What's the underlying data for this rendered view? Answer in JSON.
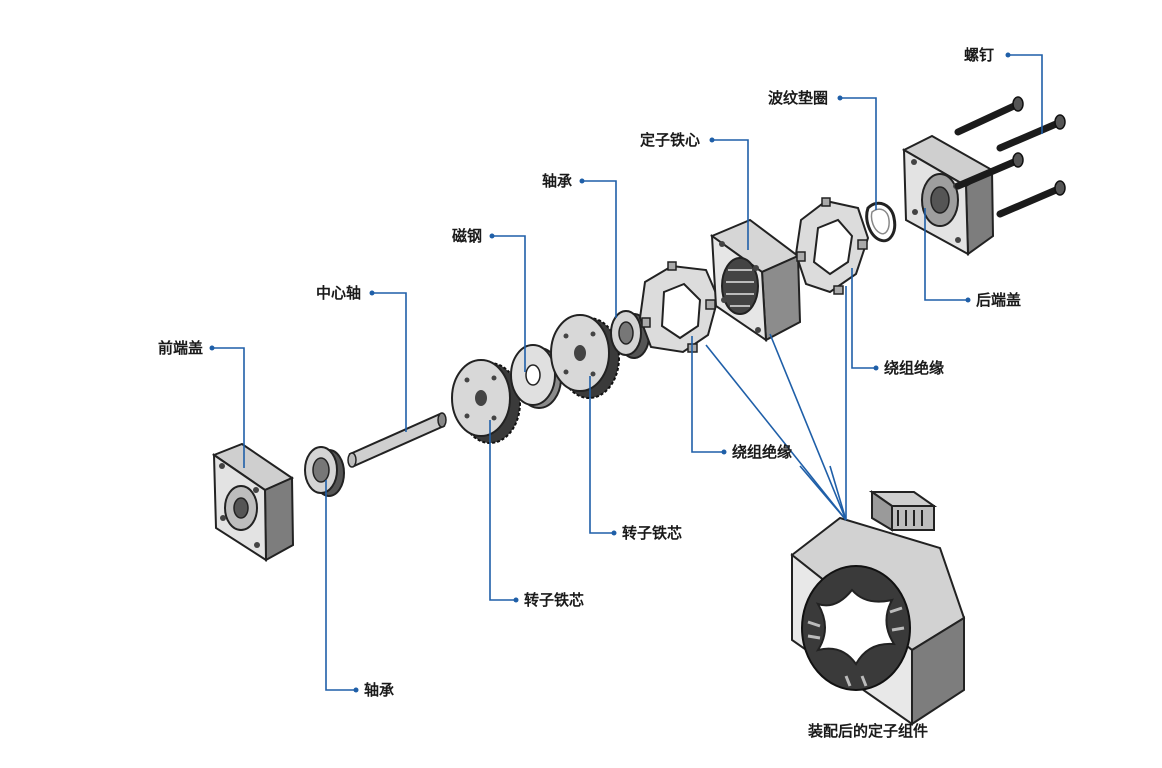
{
  "colors": {
    "leader": "#1f5fa8",
    "part_dark": "#2b2b2b",
    "part_mid": "#9a9a9a",
    "part_light": "#d9d9d9",
    "text": "#1a1a1a"
  },
  "labels": {
    "front_cover": "前端盖",
    "shaft": "中心轴",
    "magnet": "磁钢",
    "bearing_top": "轴承",
    "stator_core": "定子铁心",
    "wave_washer": "波纹垫圈",
    "screw": "螺钉",
    "rear_cover": "后端盖",
    "winding_insulation_right": "绕组绝缘",
    "winding_insulation_center": "绕组绝缘",
    "rotor_core_right": "转子铁芯",
    "rotor_core_left": "转子铁芯",
    "bearing_bottom": "轴承",
    "assembled_stator": "装配后的定子组件"
  }
}
